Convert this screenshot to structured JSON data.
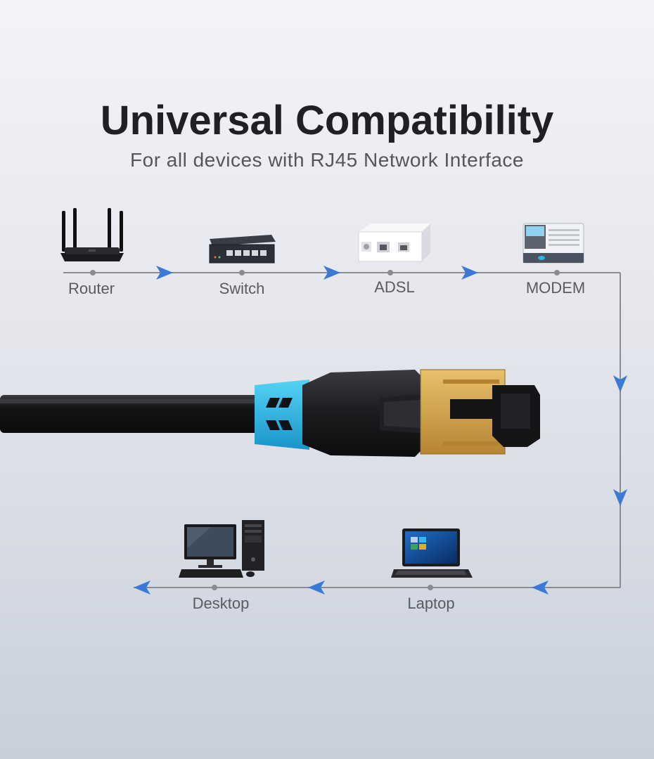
{
  "header": {
    "title": "Universal Compatibility",
    "subtitle": "For all devices with RJ45 Network Interface"
  },
  "devices": {
    "router": "Router",
    "switch": "Switch",
    "adsl": "ADSL",
    "modem": "MODEM",
    "laptop": "Laptop",
    "desktop": "Desktop"
  },
  "colors": {
    "arrow": "#3b79d6",
    "line": "#8a8c92",
    "cable": "#1a1a1c",
    "boot_accent": "#2fb6e6",
    "gold": "#d4a24a"
  },
  "icons": [
    "router-icon",
    "switch-icon",
    "adsl-icon",
    "modem-icon",
    "laptop-icon",
    "desktop-icon",
    "rj45-connector-icon"
  ]
}
